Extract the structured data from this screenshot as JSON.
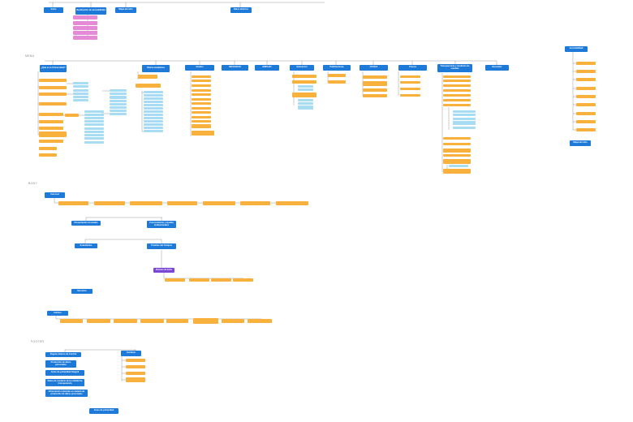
{
  "sections": {
    "menu": "MENU",
    "body": "BODY",
    "footer": "FOOTER"
  },
  "colors": {
    "primary_node": "#1d7ad9",
    "secondary_node": "#f7b13c",
    "tertiary_node": "#a8dcf2",
    "highlight_node": "#e58ad7",
    "special_node": "#7a46d6",
    "connector": "#6d6d6d"
  },
  "header": {
    "inicio": "Inicio",
    "declaracion": "Declaración de accesibilidad",
    "mapa": "Mapa del sitio",
    "datos": "Datos abiertos"
  },
  "menu": {
    "que_es": "¿Qué es la Universidad?",
    "oferta": "Oferta académica",
    "grados": "Grados",
    "movilidad": "MOVILIDAD",
    "empleo": "EMPLEO",
    "educacion": "Educación",
    "publicaciones": "Publicaciones",
    "cocoa": "COCOA",
    "prensa": "Prensa",
    "transparencia": "Transparencia y rendición de cuentas",
    "buscador": "Buscador",
    "accesibilidad": "Accesibilidad",
    "mapa_sitio": "Mapa del sitio"
  },
  "body": {
    "carrusel": "Carrusel",
    "presentacion": "Presentación al estudio",
    "convocatorias": "Convocatorias y ayudas institucionales",
    "estudiantes": "Estudiantes",
    "tramites": "Trámites del Campus",
    "botones": "Botones de inicio",
    "servicios": "Servicios",
    "infobox": "Infobox"
  },
  "footer": {
    "organo": "Órgano Interno de Control",
    "proteccion": "Protección de datos personales",
    "aviso_integral": "Aviso de privacidad integral",
    "datos_contacto": "Datos de contacto de la entidad de transparencia",
    "informacion": "Información relevante en materia de protección de datos personales",
    "aviso_simplificado": "Aviso de privacidad",
    "contacto": "Contacto"
  }
}
